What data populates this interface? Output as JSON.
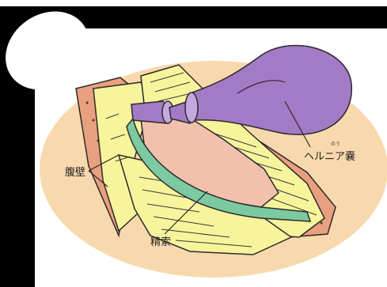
{
  "labels": {
    "hernia_sac": "ヘルニア嚢",
    "hernia_sac_furigana": "のう",
    "abdominal_wall": "腹壁",
    "spermatic_cord": "精索"
  },
  "colors": {
    "background_oval": "#f8d9ad",
    "frame": "#000000",
    "skin_edge": "#e9a07f",
    "fascia": "#f7f49c",
    "cavity": "#f2c1ad",
    "cord": "#7dc9a0",
    "sac": "#a37ac6",
    "outline": "#2b2b2b"
  }
}
